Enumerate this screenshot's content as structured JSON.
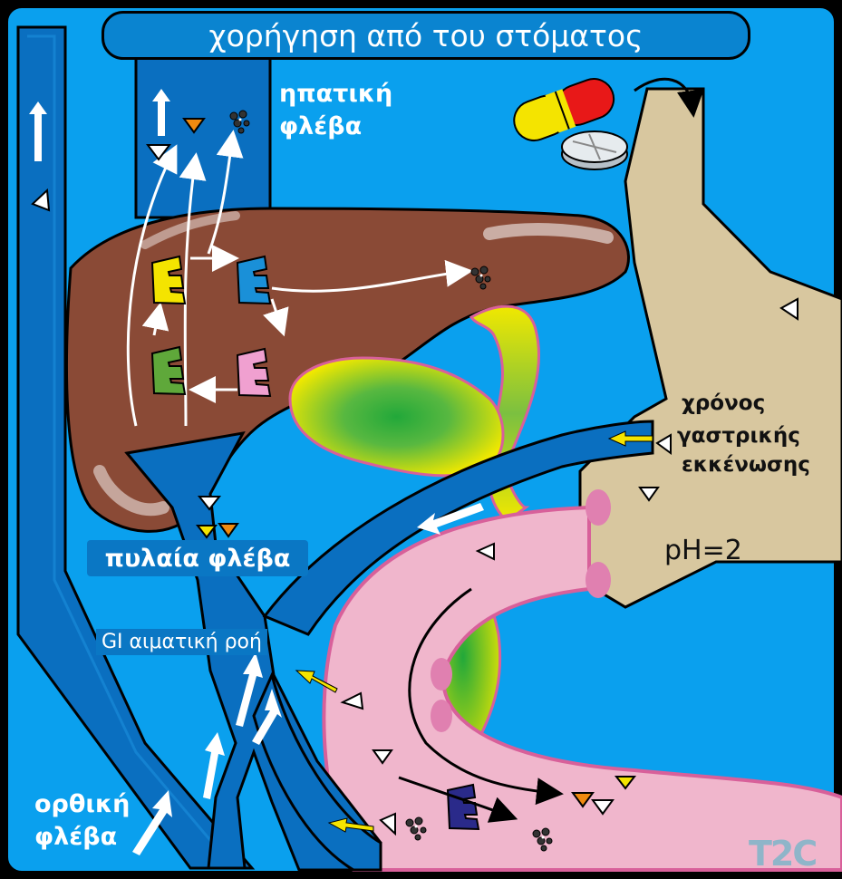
{
  "title": "χορήγηση από του στόματος",
  "labels": {
    "hepatic_vein": [
      "ηπατική",
      "φλέβα"
    ],
    "portal_vein": "πυλαία φλέβα",
    "gi_blood_flow": "GI αιματική ροή",
    "rectal_vein": [
      "ορθική",
      "φλέβα"
    ],
    "gastric_emptying": [
      "χρόνος",
      "γαστρικής",
      "εκκένωσης"
    ],
    "ph": "pH=2",
    "logo": "T2C"
  },
  "colors": {
    "background": "#0aa0ee",
    "vessel": "#0a6fc0",
    "vessel_light": "#1a8fdc",
    "liver": "#8a4a36",
    "stomach": "#d8c79f",
    "intestine": "#f0b6cc",
    "intestine_edge": "#d8609a",
    "gallbladder_center": "#22a83a",
    "gallbladder_edge": "#f0e800",
    "enzyme_yellow": "#f4e400",
    "enzyme_blue": "#1a90d8",
    "enzyme_green": "#5fa83a",
    "enzyme_pink": "#f0a0d0",
    "enzyme_purple": "#2a2a8a",
    "metabolite_orange": "#f08a10",
    "metabolite_yellow": "#f4e400",
    "pill_red": "#e81818",
    "pill_yellow": "#f4e400"
  },
  "icons": [
    "capsule-icon",
    "tablet-icon",
    "drug-triangle-icon",
    "metabolite-triangle-icon",
    "enzyme-icon",
    "excreted-particles-icon",
    "flow-arrow-icon"
  ]
}
